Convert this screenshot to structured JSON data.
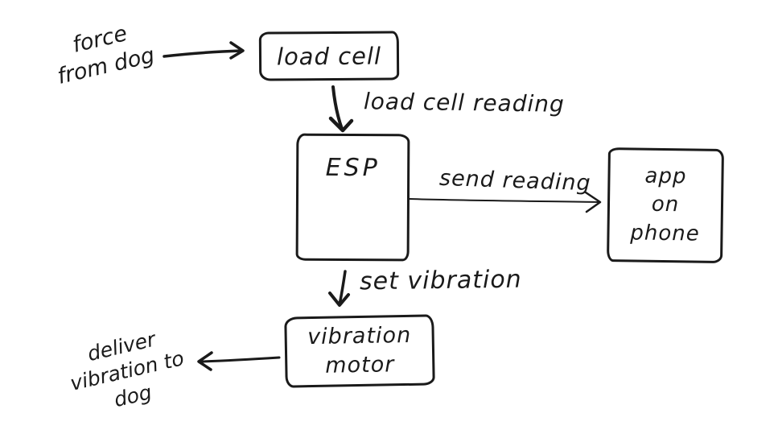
{
  "diagram": {
    "background": "#ffffff",
    "ink_color": "#1a1a1a",
    "style": "hand-drawn-sketch",
    "nodes": {
      "load_cell": {
        "label": "load cell"
      },
      "esp": {
        "label": "ESP"
      },
      "app_on_phone": {
        "lines": [
          "app",
          "on",
          "phone"
        ]
      },
      "vibration_motor": {
        "lines": [
          "vibration",
          "motor"
        ]
      }
    },
    "edges": {
      "force_to_load_cell": {
        "from": "force from dog",
        "to": "load cell",
        "label": ""
      },
      "load_cell_to_esp": {
        "from": "load cell",
        "to": "ESP",
        "label": "load cell reading"
      },
      "esp_to_app": {
        "from": "ESP",
        "to": "app on phone",
        "label": "send reading"
      },
      "esp_to_motor": {
        "from": "ESP",
        "to": "vibration motor",
        "label": "set vibration"
      },
      "motor_to_dog": {
        "from": "vibration motor",
        "to": "deliver vibration to dog",
        "label": ""
      }
    },
    "annotations": {
      "force_from_dog": {
        "lines": [
          "force",
          "from dog"
        ]
      },
      "deliver_vibration_to_dog": {
        "lines": [
          "deliver",
          "vibration to",
          "dog"
        ]
      }
    }
  }
}
